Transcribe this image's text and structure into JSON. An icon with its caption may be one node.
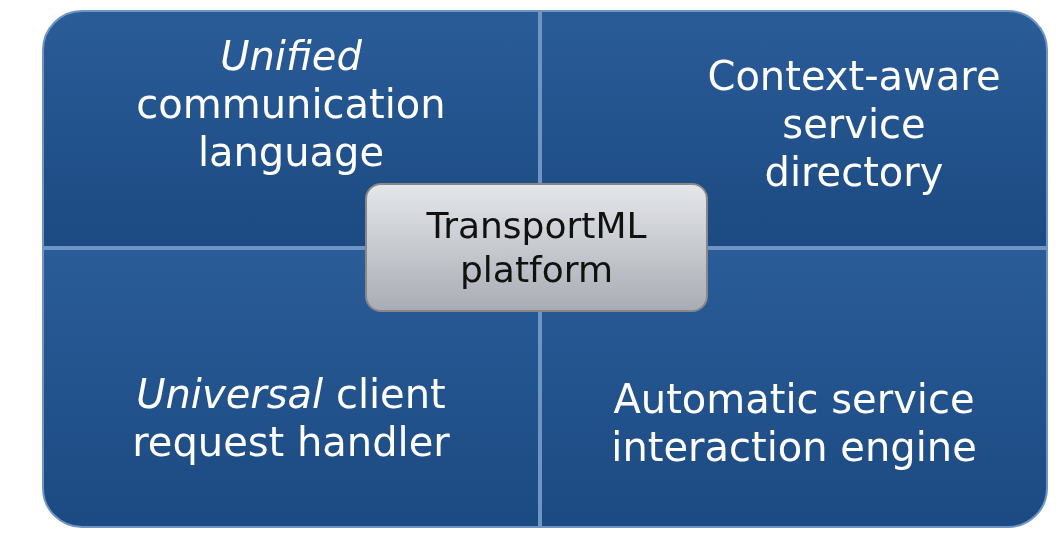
{
  "diagram": {
    "nodes": [
      {
        "text": [
          "*Unified* communication language"
        ]
      },
      {
        "text": [
          "Context-aware service directory"
        ]
      },
      {
        "text": [
          "*Universal* client request handler"
        ]
      },
      {
        "text": [
          "Automatic service interaction engine"
        ]
      },
      {
        "text": [
          "TransportML platform"
        ]
      }
    ]
  }
}
